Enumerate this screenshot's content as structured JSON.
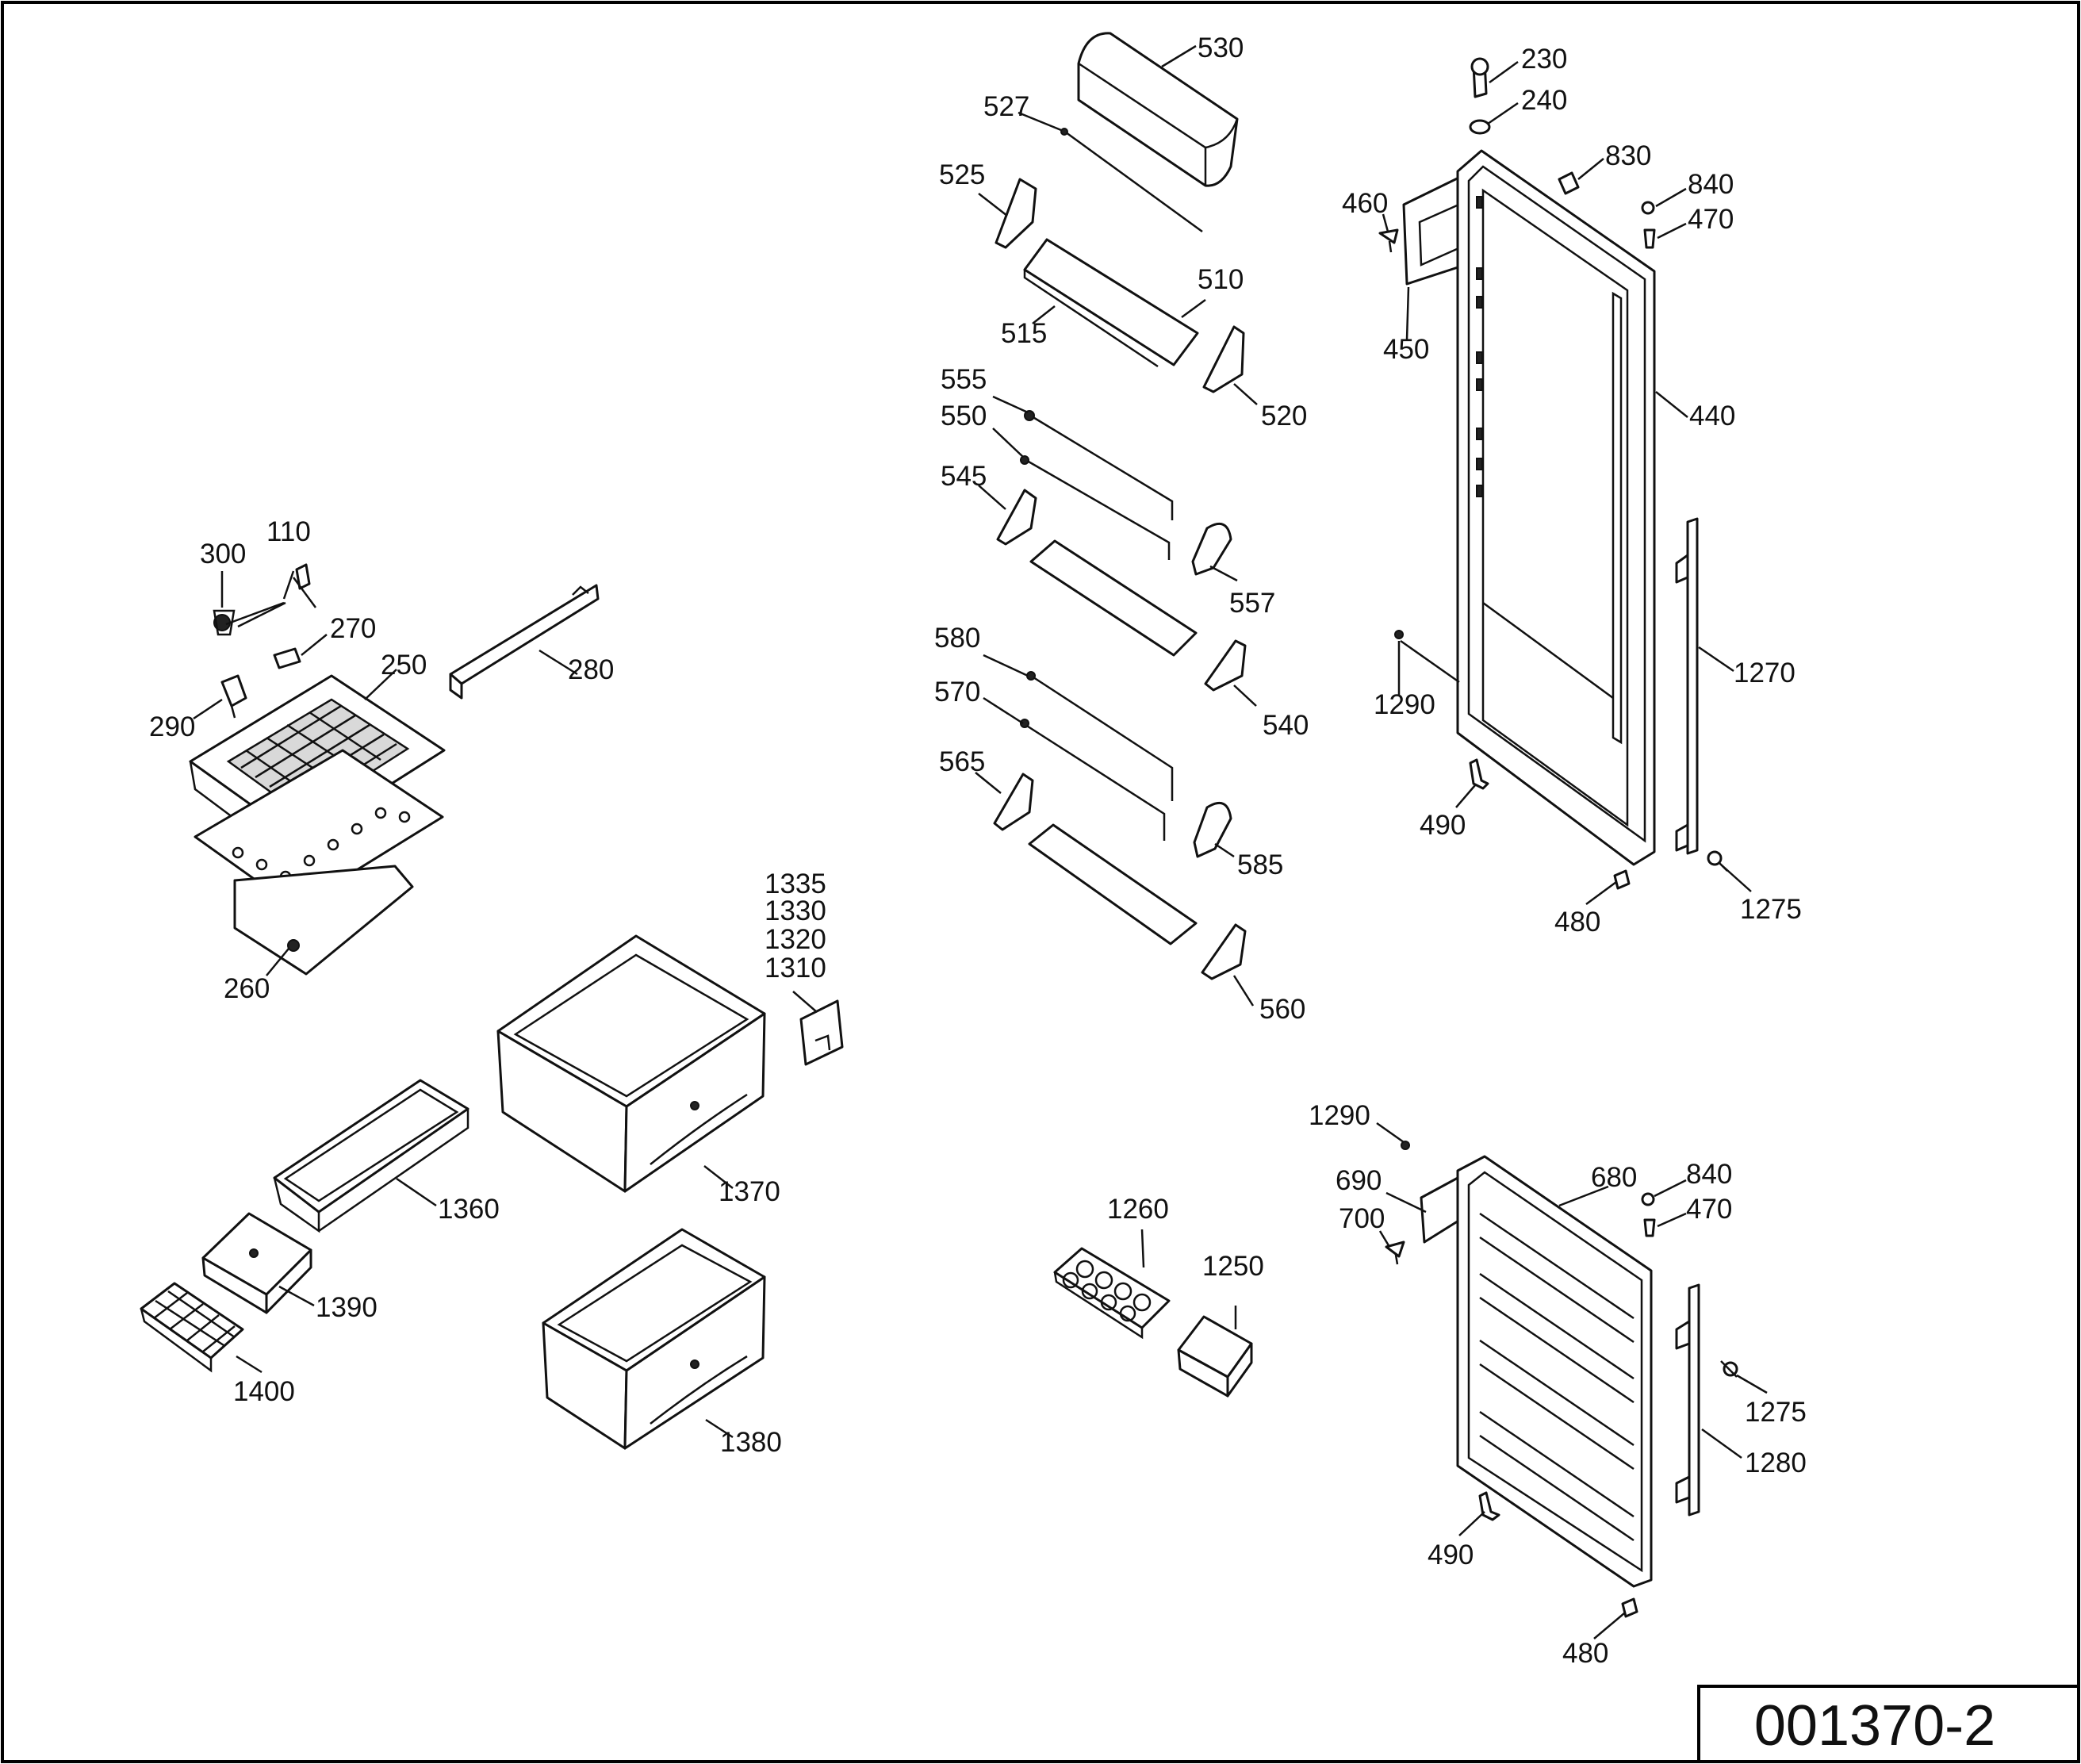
{
  "drawing_code": "001370-2",
  "callouts": {
    "c110": "110",
    "c230": "230",
    "c240": "240",
    "c250": "250",
    "c260": "260",
    "c270": "270",
    "c280": "280",
    "c290": "290",
    "c300": "300",
    "c440": "440",
    "c450": "450",
    "c460": "460",
    "c470_top": "470",
    "c470_bot": "470",
    "c480_top": "480",
    "c480_bot": "480",
    "c490_top": "490",
    "c490_bot": "490",
    "c510": "510",
    "c515": "515",
    "c520": "520",
    "c525": "525",
    "c527": "527",
    "c530": "530",
    "c540": "540",
    "c545": "545",
    "c550": "550",
    "c555": "555",
    "c557": "557",
    "c560": "560",
    "c565": "565",
    "c570": "570",
    "c580": "580",
    "c585": "585",
    "c680": "680",
    "c690": "690",
    "c700": "700",
    "c830": "830",
    "c840_top": "840",
    "c840_bot": "840",
    "c1250": "1250",
    "c1260": "1260",
    "c1270": "1270",
    "c1275_top": "1275",
    "c1275_bot": "1275",
    "c1280": "1280",
    "c1290_top": "1290",
    "c1290_bot": "1290",
    "c1310": "1310",
    "c1320": "1320",
    "c1330": "1330",
    "c1335": "1335",
    "c1360": "1360",
    "c1370": "1370",
    "c1380": "1380",
    "c1390": "1390",
    "c1400": "1400"
  },
  "colors": {
    "ink": "#111111",
    "paper": "#ffffff",
    "frame": "#000000"
  }
}
